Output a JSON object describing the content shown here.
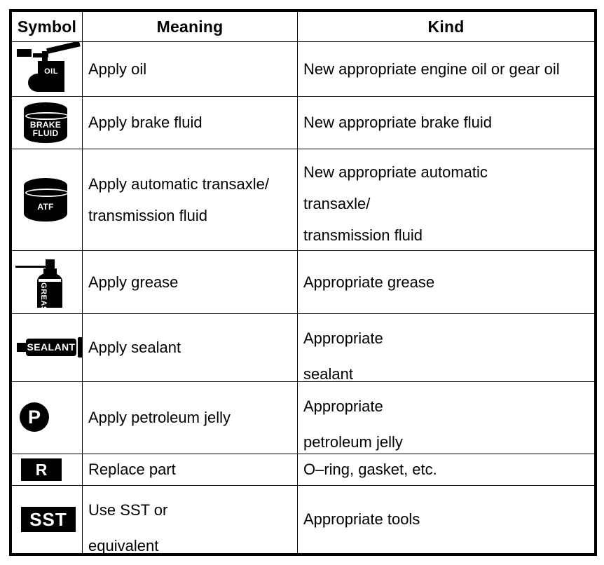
{
  "table": {
    "headers": {
      "symbol": "Symbol",
      "meaning": "Meaning",
      "kind": "Kind"
    },
    "rows": [
      {
        "symbol_icon": "oil-can-icon",
        "symbol_text": "OIL",
        "meaning": "Apply oil",
        "kind": "New appropriate engine oil or gear oil"
      },
      {
        "symbol_icon": "brake-fluid-can-icon",
        "symbol_text": "BRAKE FLUID",
        "symbol_text_line1": "BRAKE",
        "symbol_text_line2": "FLUID",
        "meaning": "Apply brake fluid",
        "kind": "New appropriate brake fluid"
      },
      {
        "symbol_icon": "atf-can-icon",
        "symbol_text": "ATF",
        "meaning": "Apply automatic transaxle/\ntransmission fluid",
        "kind": "New appropriate automatic\ntransaxle/\ntransmission fluid"
      },
      {
        "symbol_icon": "grease-cartridge-icon",
        "symbol_text": "GREASE",
        "meaning": "Apply grease",
        "kind": "Appropriate grease"
      },
      {
        "symbol_icon": "sealant-tube-icon",
        "symbol_text": "SEALANT",
        "meaning": "Apply sealant",
        "kind": "Appropriate\nsealant"
      },
      {
        "symbol_icon": "petroleum-jelly-icon",
        "symbol_text": "P",
        "meaning": "Apply petroleum jelly",
        "kind": "Appropriate\npetroleum jelly"
      },
      {
        "symbol_icon": "replace-part-icon",
        "symbol_text": "R",
        "meaning": "Replace part",
        "kind": "O–ring, gasket, etc."
      },
      {
        "symbol_icon": "sst-icon",
        "symbol_text": "SST",
        "meaning": "Use SST or\nequivalent",
        "kind": "Appropriate tools"
      }
    ]
  },
  "colors": {
    "ink": "#000000",
    "paper": "#ffffff"
  }
}
